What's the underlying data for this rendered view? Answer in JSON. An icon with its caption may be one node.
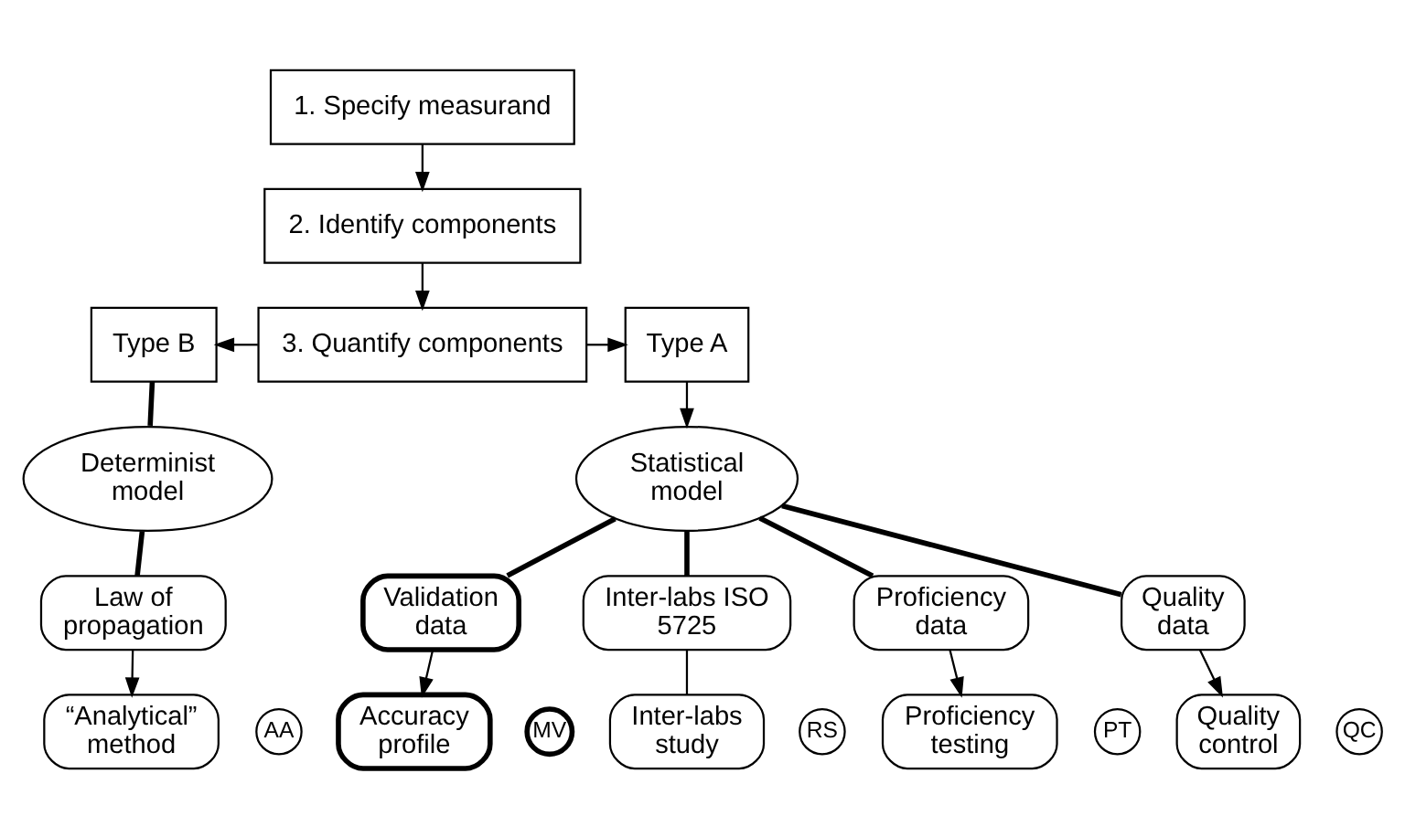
{
  "diagram": {
    "nodes": [
      {
        "text": [
          "1. Specify measurand"
        ]
      },
      {
        "text": [
          "2. Identify components"
        ]
      },
      {
        "text": [
          "Type B"
        ]
      },
      {
        "text": [
          "3. Quantify components"
        ]
      },
      {
        "text": [
          "Type A"
        ]
      },
      {
        "text": [
          "Determinist model"
        ]
      },
      {
        "text": [
          "Statistical model"
        ]
      },
      {
        "text": [
          "Law of propagation"
        ]
      },
      {
        "text": [
          "Quality data"
        ]
      },
      {
        "text": [
          "Validation data"
        ]
      },
      {
        "text": [
          "Inter-labs ISO 5725"
        ]
      },
      {
        "text": [
          "Proficiency data"
        ]
      },
      {
        "text": [
          "“Analytical” method"
        ]
      },
      {
        "text": [
          "Quality control"
        ]
      },
      {
        "text": [
          "Accuracy profile"
        ]
      },
      {
        "text": [
          "Inter-labs study"
        ]
      },
      {
        "text": [
          "Proficiency testing"
        ]
      },
      {
        "text": [
          "AA"
        ]
      },
      {
        "text": [
          "QC"
        ]
      },
      {
        "text": [
          "MV"
        ]
      },
      {
        "text": [
          "RS"
        ]
      },
      {
        "text": [
          "PT"
        ]
      }
    ],
    "edges": [
      {
        "from": 0,
        "to": 1,
        "arrow": "to"
      },
      {
        "from": 1,
        "to": 3,
        "arrow": "to"
      },
      {
        "from": 3,
        "to": 2,
        "arrow": "to"
      },
      {
        "from": 3,
        "to": 4,
        "arrow": "to"
      },
      {
        "from": 2,
        "to": 5,
        "arrow": "none",
        "style": "thick"
      },
      {
        "from": 4,
        "to": 6,
        "arrow": "to"
      },
      {
        "from": 5,
        "to": 7,
        "arrow": "none",
        "style": "thick"
      },
      {
        "from": 6,
        "to": 8,
        "arrow": "none",
        "style": "thick"
      },
      {
        "from": 6,
        "to": 9,
        "arrow": "none",
        "style": "thick"
      },
      {
        "from": 6,
        "to": 10,
        "arrow": "none",
        "style": "thick"
      },
      {
        "from": 6,
        "to": 11,
        "arrow": "none",
        "style": "thick"
      },
      {
        "from": 7,
        "to": 12,
        "arrow": "to"
      },
      {
        "from": 8,
        "to": 13,
        "arrow": "to"
      },
      {
        "from": 9,
        "to": 14,
        "arrow": "to"
      },
      {
        "from": 10,
        "to": 15,
        "arrow": "none"
      },
      {
        "from": 11,
        "to": 16,
        "arrow": "to"
      }
    ]
  }
}
